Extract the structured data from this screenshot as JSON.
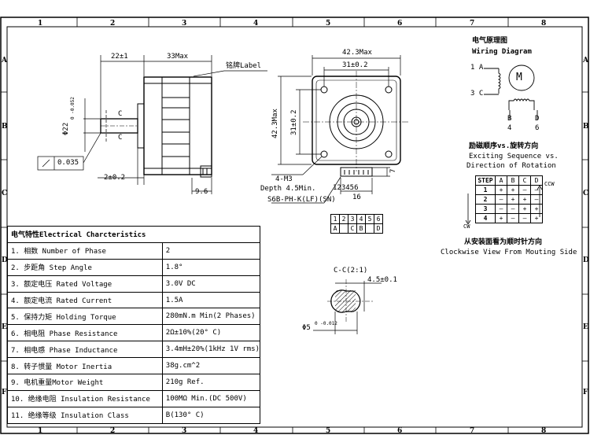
{
  "frame": {
    "top_numbers": [
      "1",
      "2",
      "3",
      "4",
      "5",
      "6",
      "7",
      "8"
    ],
    "side_letters": [
      "A",
      "B",
      "C",
      "D",
      "E",
      "F"
    ]
  },
  "side_view": {
    "dim_shaft": "22±1",
    "dim_body": "33Max",
    "label_callout": "铭牌Label",
    "dim_diameter": "Φ22",
    "dim_diameter_tol": "0 -0.052",
    "section_mark_top": "C",
    "section_mark_bottom": "C",
    "flatness": "0.035",
    "dim_flange": "2±0.2",
    "dim_connector": "9.6"
  },
  "front_view": {
    "dim_outer_width": "42.3Max",
    "dim_hole_spacing": "31±0.2",
    "dim_outer_height": "42.3Max",
    "dim_hole_spacing_v": "31±0.2",
    "dim_seven": "7",
    "screw": "4-M3",
    "depth": "Depth 4.5Min.",
    "pins_label": "123456",
    "dim_sixteen": "16",
    "connector": "S6B-PH-K(LF)(SN)"
  },
  "pin_table": {
    "top": [
      "1",
      "2",
      "3",
      "4",
      "5",
      "6"
    ],
    "bottom": [
      "A",
      "",
      "C",
      "B",
      "",
      "D"
    ]
  },
  "wiring": {
    "title_cn": "电气原理图",
    "title_en": "Wiring Diagram",
    "motor": "M",
    "label_1a": "1 A",
    "label_3c": "3 C",
    "label_b": "B",
    "label_d": "D",
    "label_4": "4",
    "label_6": "6"
  },
  "sequence": {
    "title_cn": "励磁顺序vs.旋转方向",
    "title_en1": "Exciting Sequence vs.",
    "title_en2": "Direction of Rotation",
    "headers": [
      "STEP",
      "A",
      "B",
      "C",
      "D"
    ],
    "rows": [
      [
        "1",
        "+",
        "+",
        "—",
        "—"
      ],
      [
        "2",
        "—",
        "+",
        "+",
        "—"
      ],
      [
        "3",
        "—",
        "—",
        "+",
        "+"
      ],
      [
        "4",
        "+",
        "—",
        "—",
        "+"
      ]
    ],
    "ccw": "CCW",
    "cw": "CW",
    "view_cn": "从安装面看为顺时针方向",
    "view_en": "Clockwise View From Mouting Side"
  },
  "section": {
    "title": "C-C(2:1)",
    "dim_flat": "4.5±0.1",
    "dim_dia": "Φ5",
    "dim_dia_tol": "0 -0.012"
  },
  "electrical": {
    "title": "电气特性Electrical Charcteristics",
    "rows": [
      {
        "label": "1. 相数 Number of Phase",
        "value": "2"
      },
      {
        "label": "2. 步距角 Step Angle",
        "value": "1.8°"
      },
      {
        "label": "3. 额定电压 Rated Voltage",
        "value": "3.0V DC"
      },
      {
        "label": "4. 额定电流 Rated Current",
        "value": "1.5A"
      },
      {
        "label": "5. 保持力矩 Holding Torque",
        "value": "280mN.m Min(2 Phases)"
      },
      {
        "label": "6. 相电阻 Phase Resistance",
        "value": "2Ω±10%(20° C)"
      },
      {
        "label": "7. 相电感 Phase Inductance",
        "value": "3.4mH±20%(1kHz 1V rms)"
      },
      {
        "label": "8. 转子惯量 Motor Inertia",
        "value": "38g.cm^2"
      },
      {
        "label": "9. 电机重量Motor Weight",
        "value": "210g Ref."
      },
      {
        "label": "10. 绝缘电阻 Insulation Resistance",
        "value": "100MΩ Min.(DC 500V)"
      },
      {
        "label": "11. 绝缘等级 Insulation Class",
        "value": "B(130° C)"
      }
    ]
  }
}
